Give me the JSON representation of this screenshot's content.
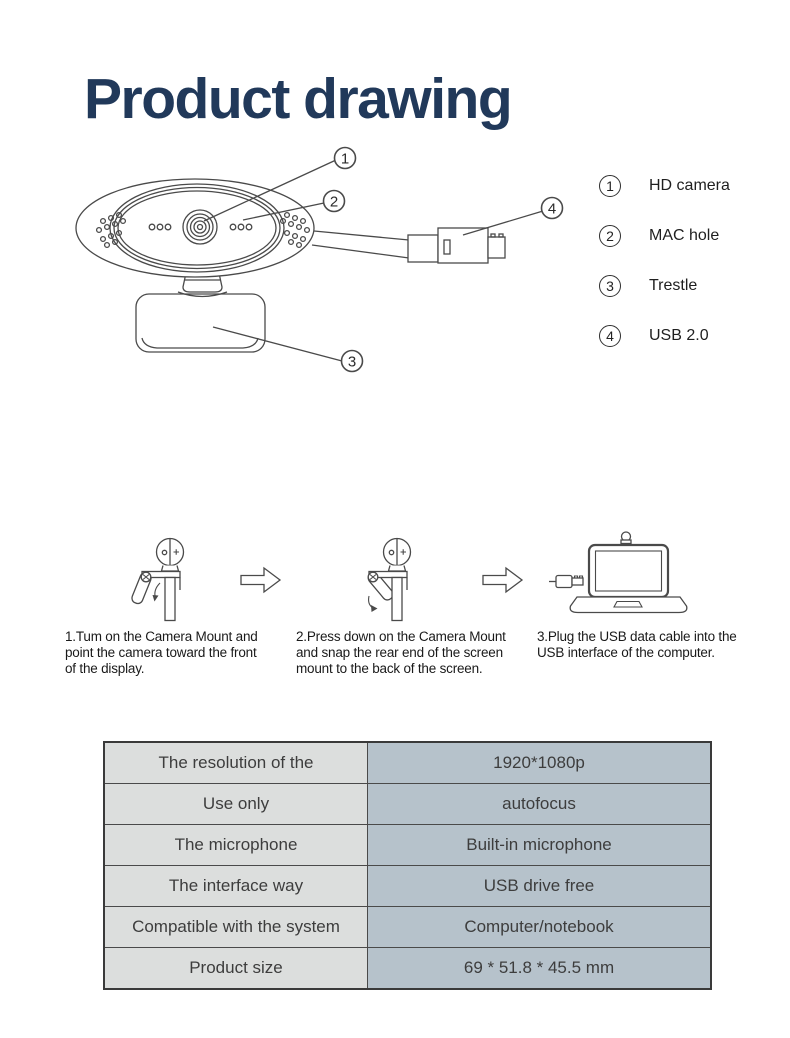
{
  "title": "Product drawing",
  "colors": {
    "title_text": "#21395a",
    "line_art": "#4a4a4a",
    "table_label_bg": "#dcdedd",
    "table_value_bg": "#b6c2cb",
    "table_border": "#3a3a3a",
    "body_text": "#1a1a1a"
  },
  "diagram": {
    "callouts": [
      "1",
      "2",
      "3",
      "4"
    ]
  },
  "legend": {
    "items": [
      {
        "num": "1",
        "label": "HD camera"
      },
      {
        "num": "2",
        "label": "MAC hole"
      },
      {
        "num": "3",
        "label": "Trestle"
      },
      {
        "num": "4",
        "label": "USB 2.0"
      }
    ]
  },
  "steps": [
    {
      "lines": [
        "1.Tum on the Camera Mount and",
        "point the camera toward the front",
        "of the display."
      ]
    },
    {
      "lines": [
        "2.Press down on the Camera Mount",
        "and snap the rear end of the screen",
        "mount to the back of the screen."
      ]
    },
    {
      "lines": [
        "3.Plug the USB data cable into the",
        "USB interface of the computer."
      ]
    }
  ],
  "spec_table": {
    "rows": [
      {
        "label": "The resolution of the",
        "value": "1920*1080p"
      },
      {
        "label": "Use only",
        "value": "autofocus"
      },
      {
        "label": "The microphone",
        "value": "Built-in microphone"
      },
      {
        "label": "The interface way",
        "value": "USB drive free"
      },
      {
        "label": "Compatible with the system",
        "value": "Computer/notebook"
      },
      {
        "label": "Product size",
        "value": "69 * 51.8 * 45.5 mm"
      }
    ]
  }
}
